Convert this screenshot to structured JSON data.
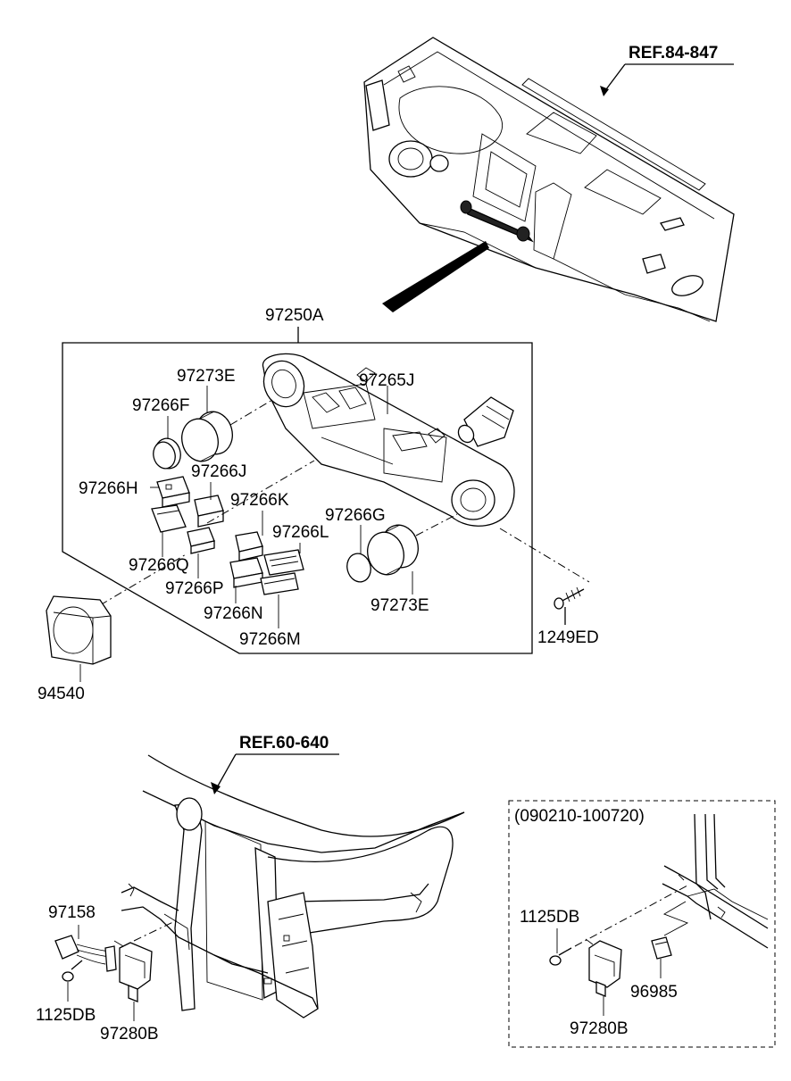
{
  "refs": {
    "dashboard": "REF.84-847",
    "frame": "REF.60-640"
  },
  "parts": {
    "p97250A": "97250A",
    "p97273E_top": "97273E",
    "p97266F": "97266F",
    "p97265J": "97265J",
    "p97266H": "97266H",
    "p97266J": "97266J",
    "p97266K": "97266K",
    "p97266G": "97266G",
    "p97266L": "97266L",
    "p97266Q": "97266Q",
    "p97266P": "97266P",
    "p97266N": "97266N",
    "p97266M": "97266M",
    "p97273E_bottom": "97273E",
    "p1249ED": "1249ED",
    "p94540": "94540",
    "p97158": "97158",
    "p1125DB_left": "1125DB",
    "p97280B_left": "97280B",
    "p1125DB_right": "1125DB",
    "p96985": "96985",
    "p97280B_right": "97280B"
  },
  "inset": {
    "date_range": "(090210-100720)"
  }
}
